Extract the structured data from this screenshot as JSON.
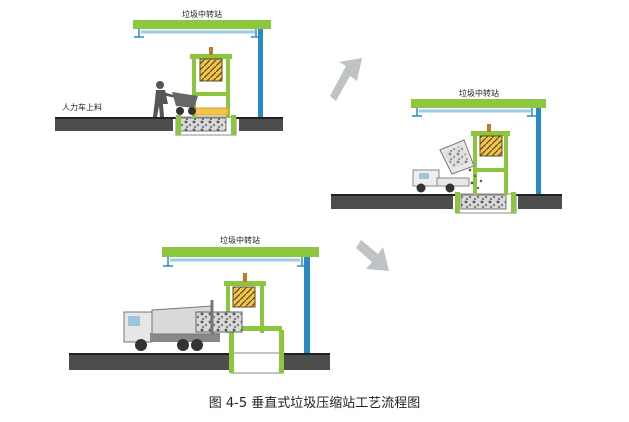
{
  "stages": [
    {
      "roof_label": "垃圾中转站",
      "side_label": "人力车上料"
    },
    {
      "roof_label": "垃圾中转站"
    },
    {
      "roof_label": "垃圾中转站"
    }
  ],
  "caption": "图 4-5 垂直式垃圾压缩站工艺流程图",
  "colors": {
    "roof": "#8dc63f",
    "frame": "#8cc63f",
    "steel_blue": "#2b8ac6",
    "ground": "#4d4d4d",
    "arrow": "#bfc3c6"
  }
}
